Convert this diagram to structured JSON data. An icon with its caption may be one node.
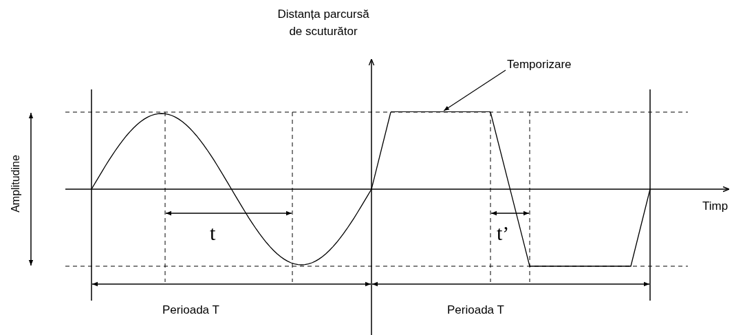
{
  "diagram": {
    "nodes": [
      {
        "text": [
          "Temporizare"
        ]
      },
      {
        "text": [],
        "shape": "line"
      }
    ],
    "edges": [
      {
        "from": 0,
        "to": 1,
        "arrow": "to"
      }
    ],
    "labels": [
      "Distanța parcursă de scuturător",
      "Amplitudine",
      "t",
      "t’",
      "Timp",
      "Perioada T",
      "Perioada T"
    ]
  }
}
